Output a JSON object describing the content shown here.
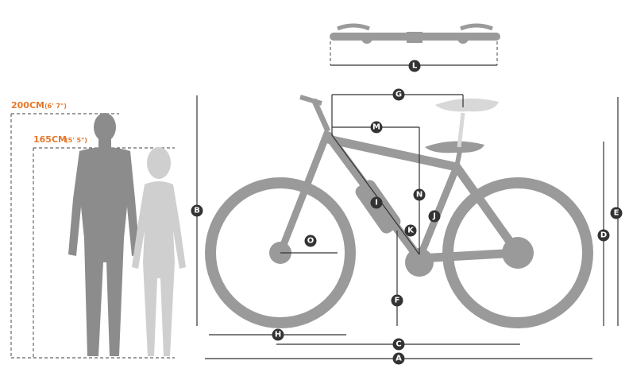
{
  "heights": [
    {
      "value": "200CM",
      "imperial": "(6' 7\")"
    },
    {
      "value": "165CM",
      "imperial": "(5' 5\")"
    }
  ],
  "markers": [
    "A",
    "B",
    "C",
    "D",
    "E",
    "F",
    "G",
    "H",
    "I",
    "J",
    "K",
    "L",
    "M",
    "N",
    "O"
  ],
  "colors": {
    "accent": "#e8782a",
    "bike": "#9a9a9a",
    "man": "#8c8c8c",
    "woman": "#cfcfcf",
    "marker": "#333333"
  }
}
